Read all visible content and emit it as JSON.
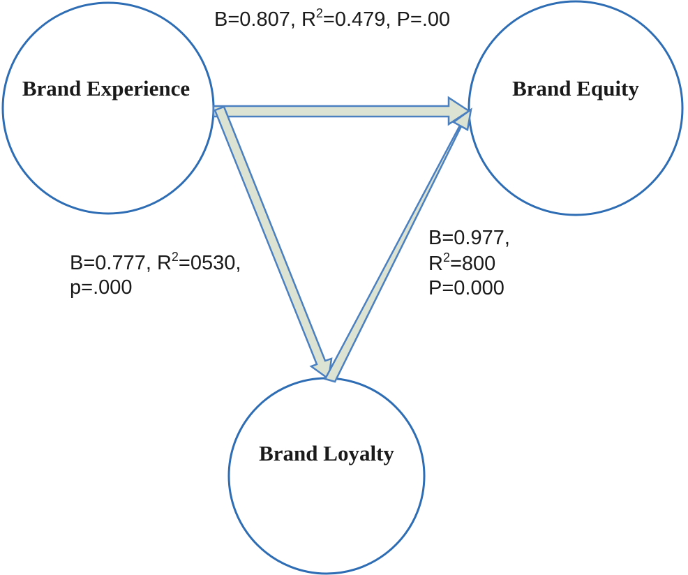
{
  "nodes": {
    "experience": {
      "label": "Brand Experience"
    },
    "equity": {
      "label": "Brand Equity"
    },
    "loyalty": {
      "label": "Brand Loyalty"
    }
  },
  "edges": {
    "experience_to_equity": {
      "b": "B=0.807, R",
      "sup": "2",
      "rest": "=0.479, P=.00"
    },
    "experience_to_loyalty": {
      "line1_b": "B=0.777, R",
      "line1_sup": "2",
      "line1_rest": "=0530,",
      "line2": "p=.000"
    },
    "loyalty_to_equity": {
      "line1": "B=0.977,",
      "line2_r": "R",
      "line2_sup": "2",
      "line2_rest": "=800",
      "line3": "P=0.000"
    }
  },
  "colors": {
    "circle_stroke": "#2e6db4",
    "arrow_fill": "#dde3d3",
    "arrow_stroke": "#4a7fc0"
  }
}
